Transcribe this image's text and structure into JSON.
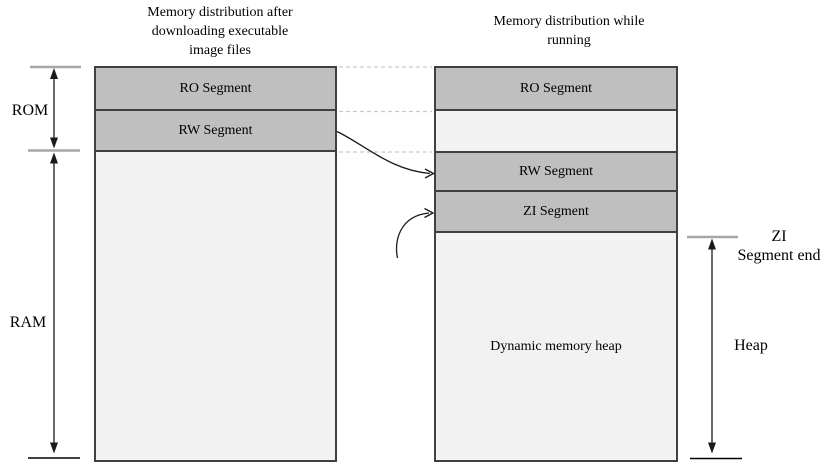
{
  "diagram": {
    "left_panel": {
      "title": "Memory distribution after\ndownloading executable\nimage files",
      "segments": [
        {
          "label": "RO Segment"
        },
        {
          "label": "RW Segment"
        }
      ],
      "bracket_labels": [
        {
          "label": "ROM"
        },
        {
          "label": "RAM"
        }
      ]
    },
    "right_panel": {
      "title": "Memory distribution while\nrunning",
      "segments": [
        {
          "label": "RO Segment"
        },
        {
          "label": "RW Segment"
        },
        {
          "label": "ZI Segment"
        },
        {
          "label": "Dynamic memory heap"
        }
      ],
      "bracket_labels": [
        {
          "label": "ZI\nSegment end"
        },
        {
          "label": "Heap"
        }
      ]
    },
    "colors": {
      "segment_dark": "#bfbfbf",
      "segment_light": "#f2f2f2",
      "border": "#404040",
      "dashed_line": "#c9c9c9",
      "tick_gray": "#a6a6a6",
      "arrow": "#1a1a1a"
    }
  }
}
